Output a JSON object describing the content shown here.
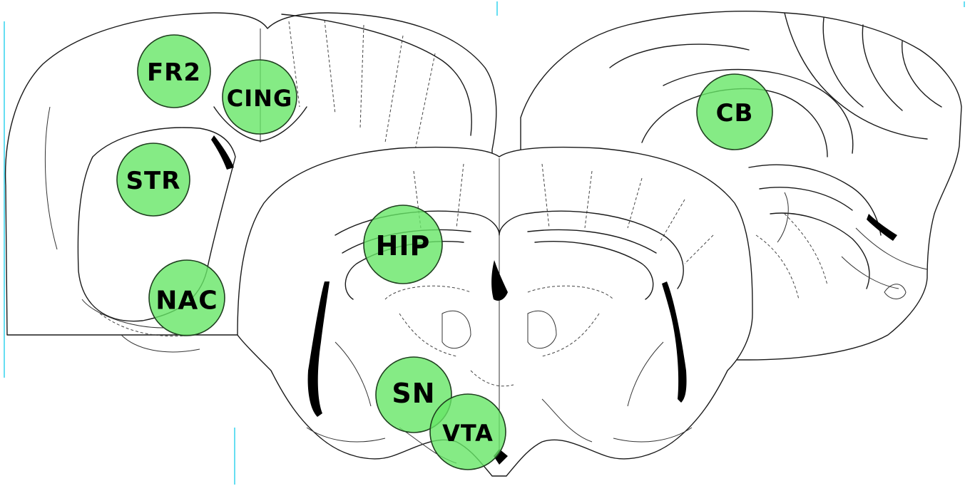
{
  "regions": [
    {
      "id": "fr2",
      "label": "FR2"
    },
    {
      "id": "cing",
      "label": "CING"
    },
    {
      "id": "str",
      "label": "STR"
    },
    {
      "id": "nac",
      "label": "NAC"
    },
    {
      "id": "cb",
      "label": "CB"
    },
    {
      "id": "hip",
      "label": "HIP"
    },
    {
      "id": "sn",
      "label": "SN"
    },
    {
      "id": "vta",
      "label": "VTA"
    }
  ],
  "colors": {
    "marker_fill": "#66e666",
    "outline": "#1a1a1a",
    "accent_line": "#00c8e8"
  }
}
